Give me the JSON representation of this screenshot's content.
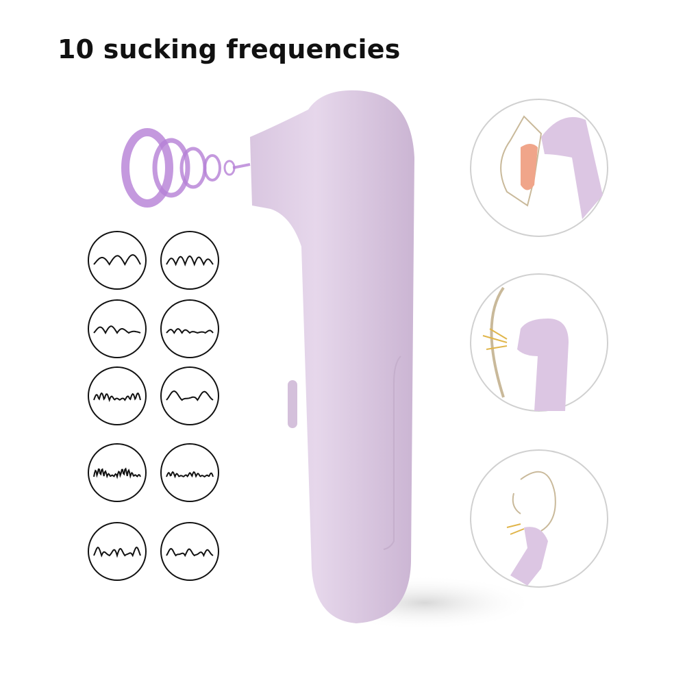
{
  "title": "10 sucking frequencies",
  "colors": {
    "device": "#e3d3e8",
    "device_shade": "#cdb8d4",
    "suction_swirl": "#b57fd6",
    "wave_stroke": "#111111",
    "circle_stroke": "#cfcfcf"
  },
  "frequency_count": 10,
  "usage_illustrations": 3
}
